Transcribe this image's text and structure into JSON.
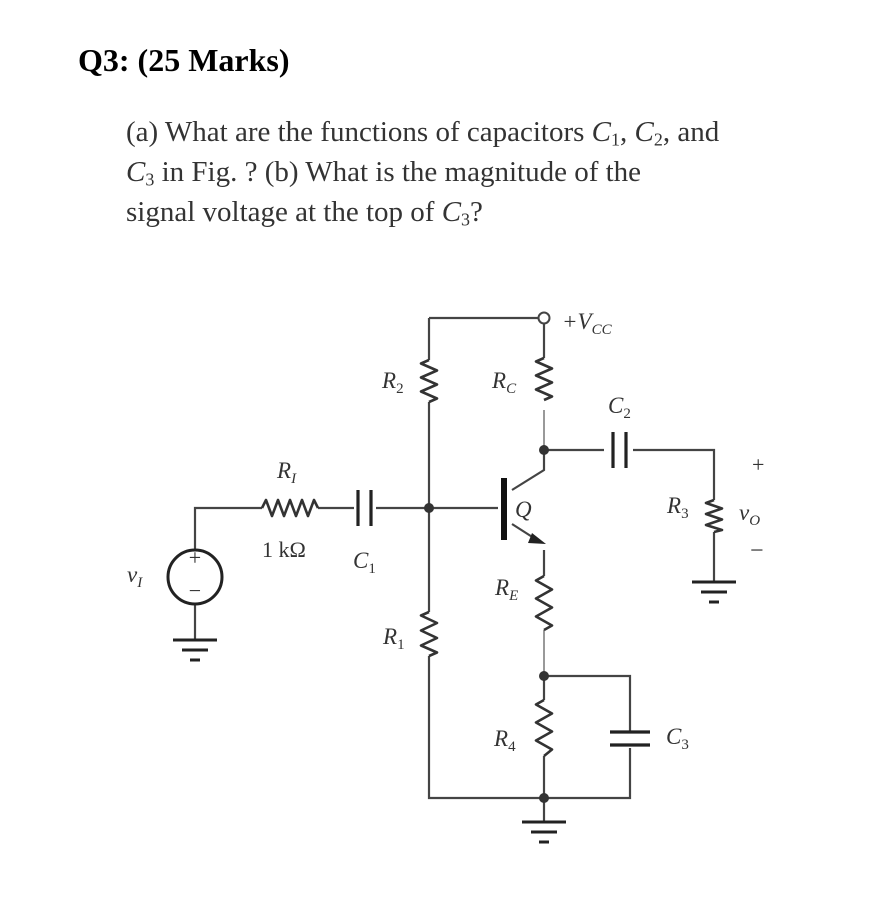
{
  "question": {
    "heading": "Q3: (25 Marks)",
    "line1": {
      "a": "(a) What are the functions of capacitors ",
      "c1": "C",
      "c1_sub": "1",
      "sep1": ", ",
      "c2": "C",
      "c2_sub": "2",
      "rest": ", and"
    },
    "line2": {
      "c3": "C",
      "c3_sub": "3",
      "rest": " in Fig. ? (b) What is the magnitude of the"
    },
    "line3": {
      "a": "signal voltage at the top of ",
      "c": "C",
      "c_sub": "3",
      "rest": "?"
    }
  },
  "circuit": {
    "supply": {
      "main": "+V",
      "sub": "CC"
    },
    "r2": {
      "main": "R",
      "sub": "2"
    },
    "rc": {
      "main": "R",
      "sub": "C"
    },
    "c2": {
      "main": "C",
      "sub": "2"
    },
    "ri": {
      "main": "R",
      "sub": "I"
    },
    "ri_value": "1 kΩ",
    "c1": {
      "main": "C",
      "sub": "1"
    },
    "q": "Q",
    "r3": {
      "main": "R",
      "sub": "3"
    },
    "vo": {
      "main": "v",
      "sub": "O"
    },
    "vo_plus": "+",
    "vo_minus": "−",
    "vi": {
      "main": "v",
      "sub": "I"
    },
    "src_plus": "+",
    "src_minus": "−",
    "re": {
      "main": "R",
      "sub": "E"
    },
    "r1": {
      "main": "R",
      "sub": "1"
    },
    "r4": {
      "main": "R",
      "sub": "4"
    },
    "c3": {
      "main": "C",
      "sub": "3"
    }
  }
}
